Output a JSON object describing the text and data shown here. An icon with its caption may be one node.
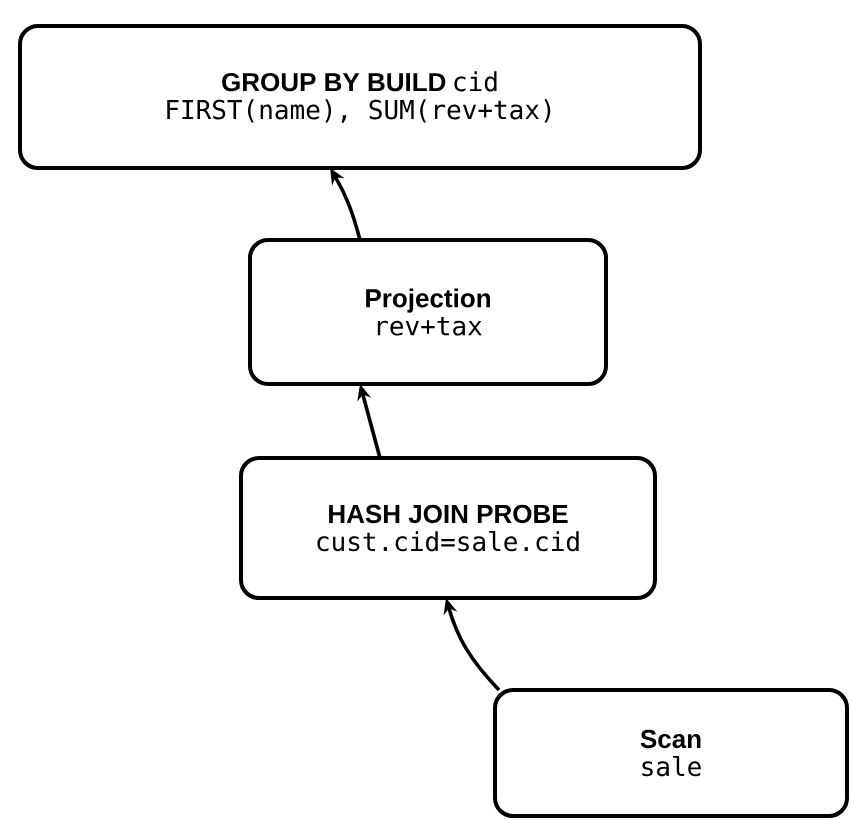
{
  "diagram": {
    "nodes": [
      {
        "text": [
          "GROUP BY BUILD",
          "cid",
          "FIRST(name), SUM(rev+tax)"
        ]
      },
      {
        "text": [
          "Projection",
          "rev+tax"
        ]
      },
      {
        "text": [
          "HASH JOIN PROBE",
          "cust.cid=sale.cid"
        ]
      },
      {
        "text": [
          "Scan",
          "sale"
        ]
      }
    ],
    "edges": [
      {
        "from": 1,
        "to": 0,
        "arrow": "to"
      },
      {
        "from": 2,
        "to": 1,
        "arrow": "to"
      },
      {
        "from": 3,
        "to": 2,
        "arrow": "to"
      }
    ]
  }
}
